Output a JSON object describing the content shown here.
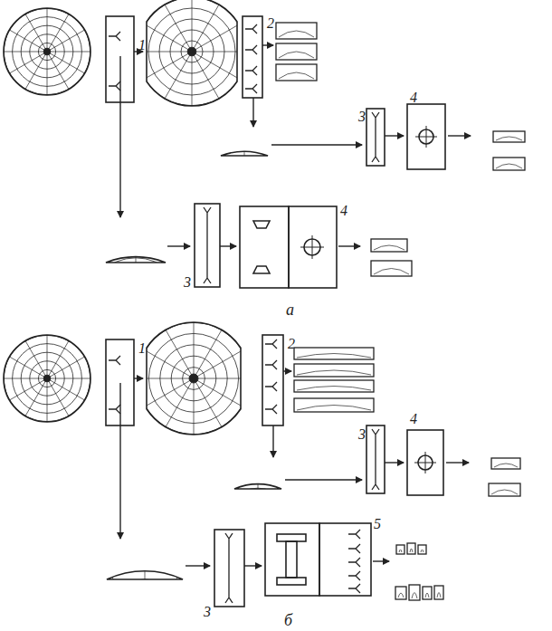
{
  "diagram": {
    "labels": [
      "1",
      "2",
      "3",
      "4",
      "3",
      "4",
      "а",
      "1",
      "2",
      "4",
      "3",
      "3",
      "5",
      "б"
    ]
  }
}
